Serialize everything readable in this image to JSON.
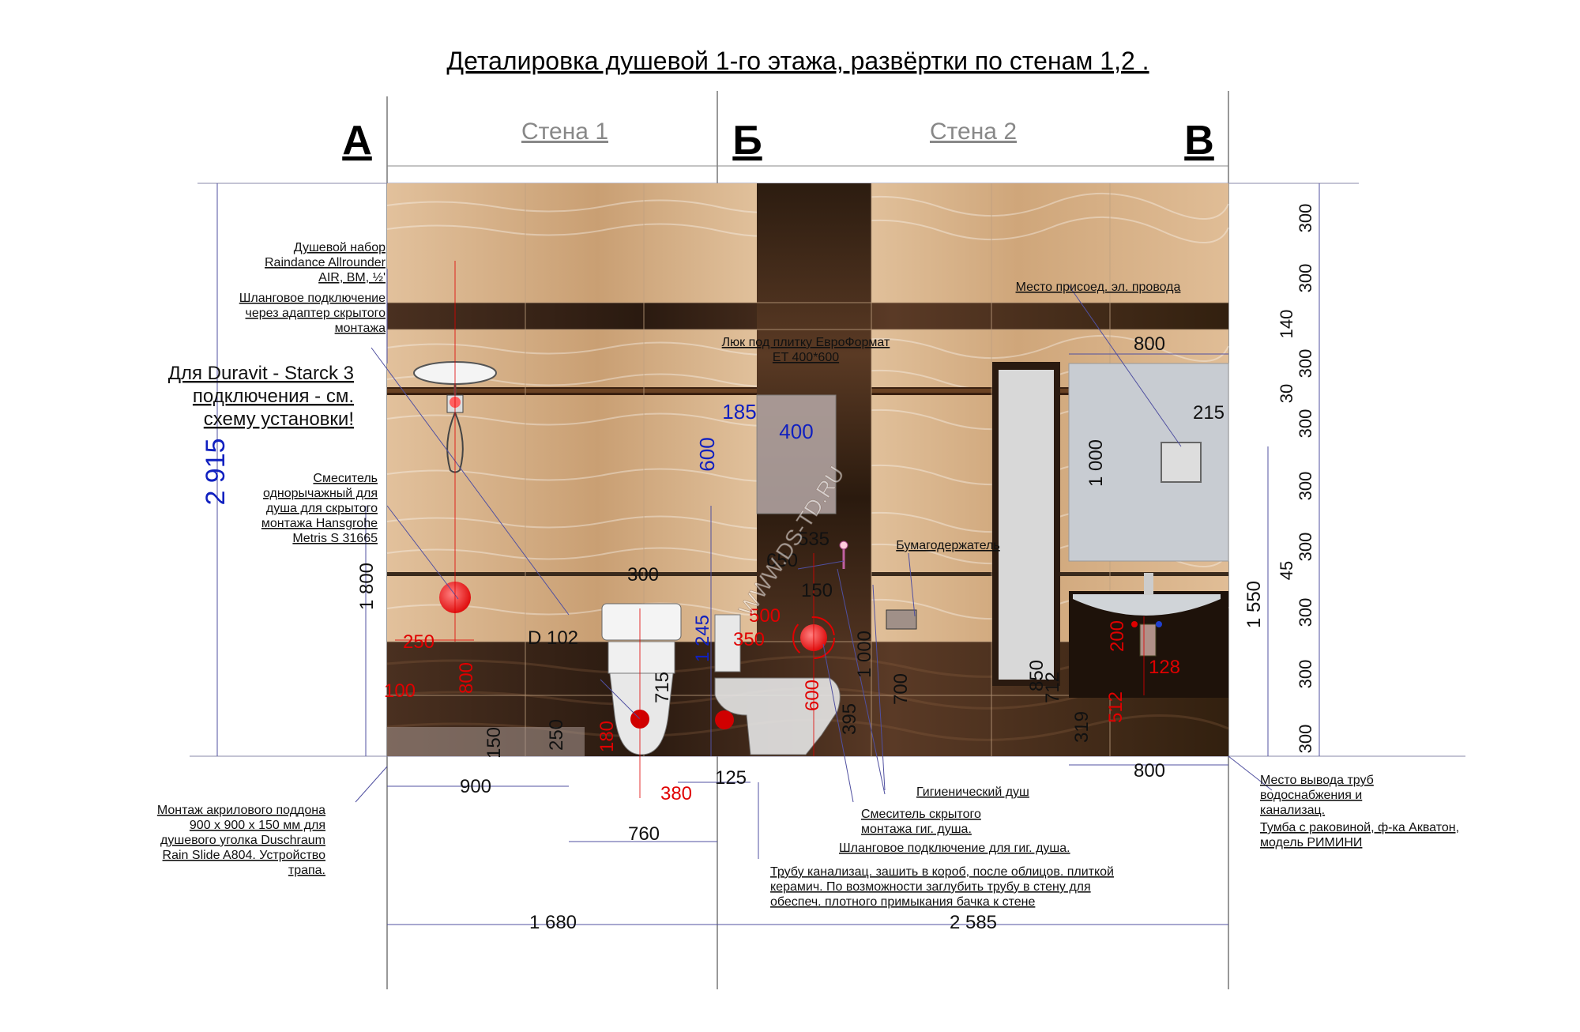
{
  "title": "Деталировка душевой 1-го этажа, развёртки по стенам 1,2 .",
  "walls": {
    "wall1": "Стена 1",
    "wall2": "Стена 2",
    "axis_a": "А",
    "axis_b": "Б",
    "axis_v": "В"
  },
  "watermark": "WWW.DS-TD.RU",
  "labels": {
    "shower_set": [
      "Душевой набор",
      "Raindance Allrounder",
      "AIR, BM, ½'"
    ],
    "hose_connection": [
      "Шланговое подключение",
      "через адаптер скрытого",
      "монтажа"
    ],
    "duravit": [
      "Для Duravit - Starck 3",
      "подключения - см.",
      "схему установки!"
    ],
    "mixer": [
      "Смеситель",
      "однорычажный для",
      "душа для скрытого",
      "монтажа Hansgrohe",
      "Metris S 31665"
    ],
    "hatch": [
      "Люк под плитку ЕвроФормат",
      "ET 400*600"
    ],
    "power_point": "Место присоед. эл. провода",
    "paper_holder": "Бумагодержатель",
    "tray": [
      "Монтаж  акрилового поддона",
      "900 х 900 х 150 мм  для",
      "душевого уголка  Duschraum",
      "Rain Slide A804. Устройство",
      "трапа."
    ],
    "hygienic_shower": "Гигиенический душ",
    "hidden_mixer": [
      "Смеситель скрытого",
      "монтажа гиг. душа."
    ],
    "hose_hygienic": "Шланговое подключение для гиг. душа.",
    "pipe_box": [
      "Трубу канализац. зашить в короб, после облицов. плиткой",
      "керамич.  По возможности заглубить трубу в стену для",
      "обеспеч.  плотного примыкания бачка к стене"
    ],
    "pipe_outlet": [
      "Место вывода труб",
      "водоснабжения и",
      "канализац."
    ],
    "cabinet": [
      "Тумба с раковиной, ф-ка Акватон,",
      "модель РИМИНИ"
    ]
  },
  "dims_black": {
    "total_height": "2 915",
    "d_1800": "1 800",
    "d_900": "900",
    "d_760": "760",
    "d_1680": "1 680",
    "d_2585": "2 585",
    "d_125": "125",
    "d_300a": "300",
    "d_D102": "D 102",
    "d_715": "715",
    "d_150a": "150",
    "d_250": "250",
    "d_1245": "1 245",
    "d_650": "650",
    "d_535": "535",
    "d_150b": "150",
    "d_1000a": "1 000",
    "d_700": "700",
    "d_395": "395",
    "d_800top": "800",
    "d_215": "215",
    "d_1000b": "1 000",
    "d_850": "850",
    "d_712": "712",
    "d_319": "319",
    "d_800bot": "800",
    "d_1550": "1 550",
    "d_30": "30",
    "d_140": "140",
    "d_45": "45",
    "d_300": "300"
  },
  "dims_red": {
    "r_250": "250",
    "r_100": "100",
    "r_800": "800",
    "r_180": "180",
    "r_380": "380",
    "r_500": "500",
    "r_350": "350",
    "r_600": "600",
    "r_200": "200",
    "r_128": "128",
    "r_512": "512"
  },
  "dims_blue": {
    "b_185": "185",
    "b_400": "400",
    "b_600": "600"
  },
  "colors": {
    "tile_light": "#d9b48e",
    "tile_dark": "#3a2618",
    "red_dim": "#e00000",
    "blue_dim": "#1020c0",
    "leader": "#5050a0"
  }
}
